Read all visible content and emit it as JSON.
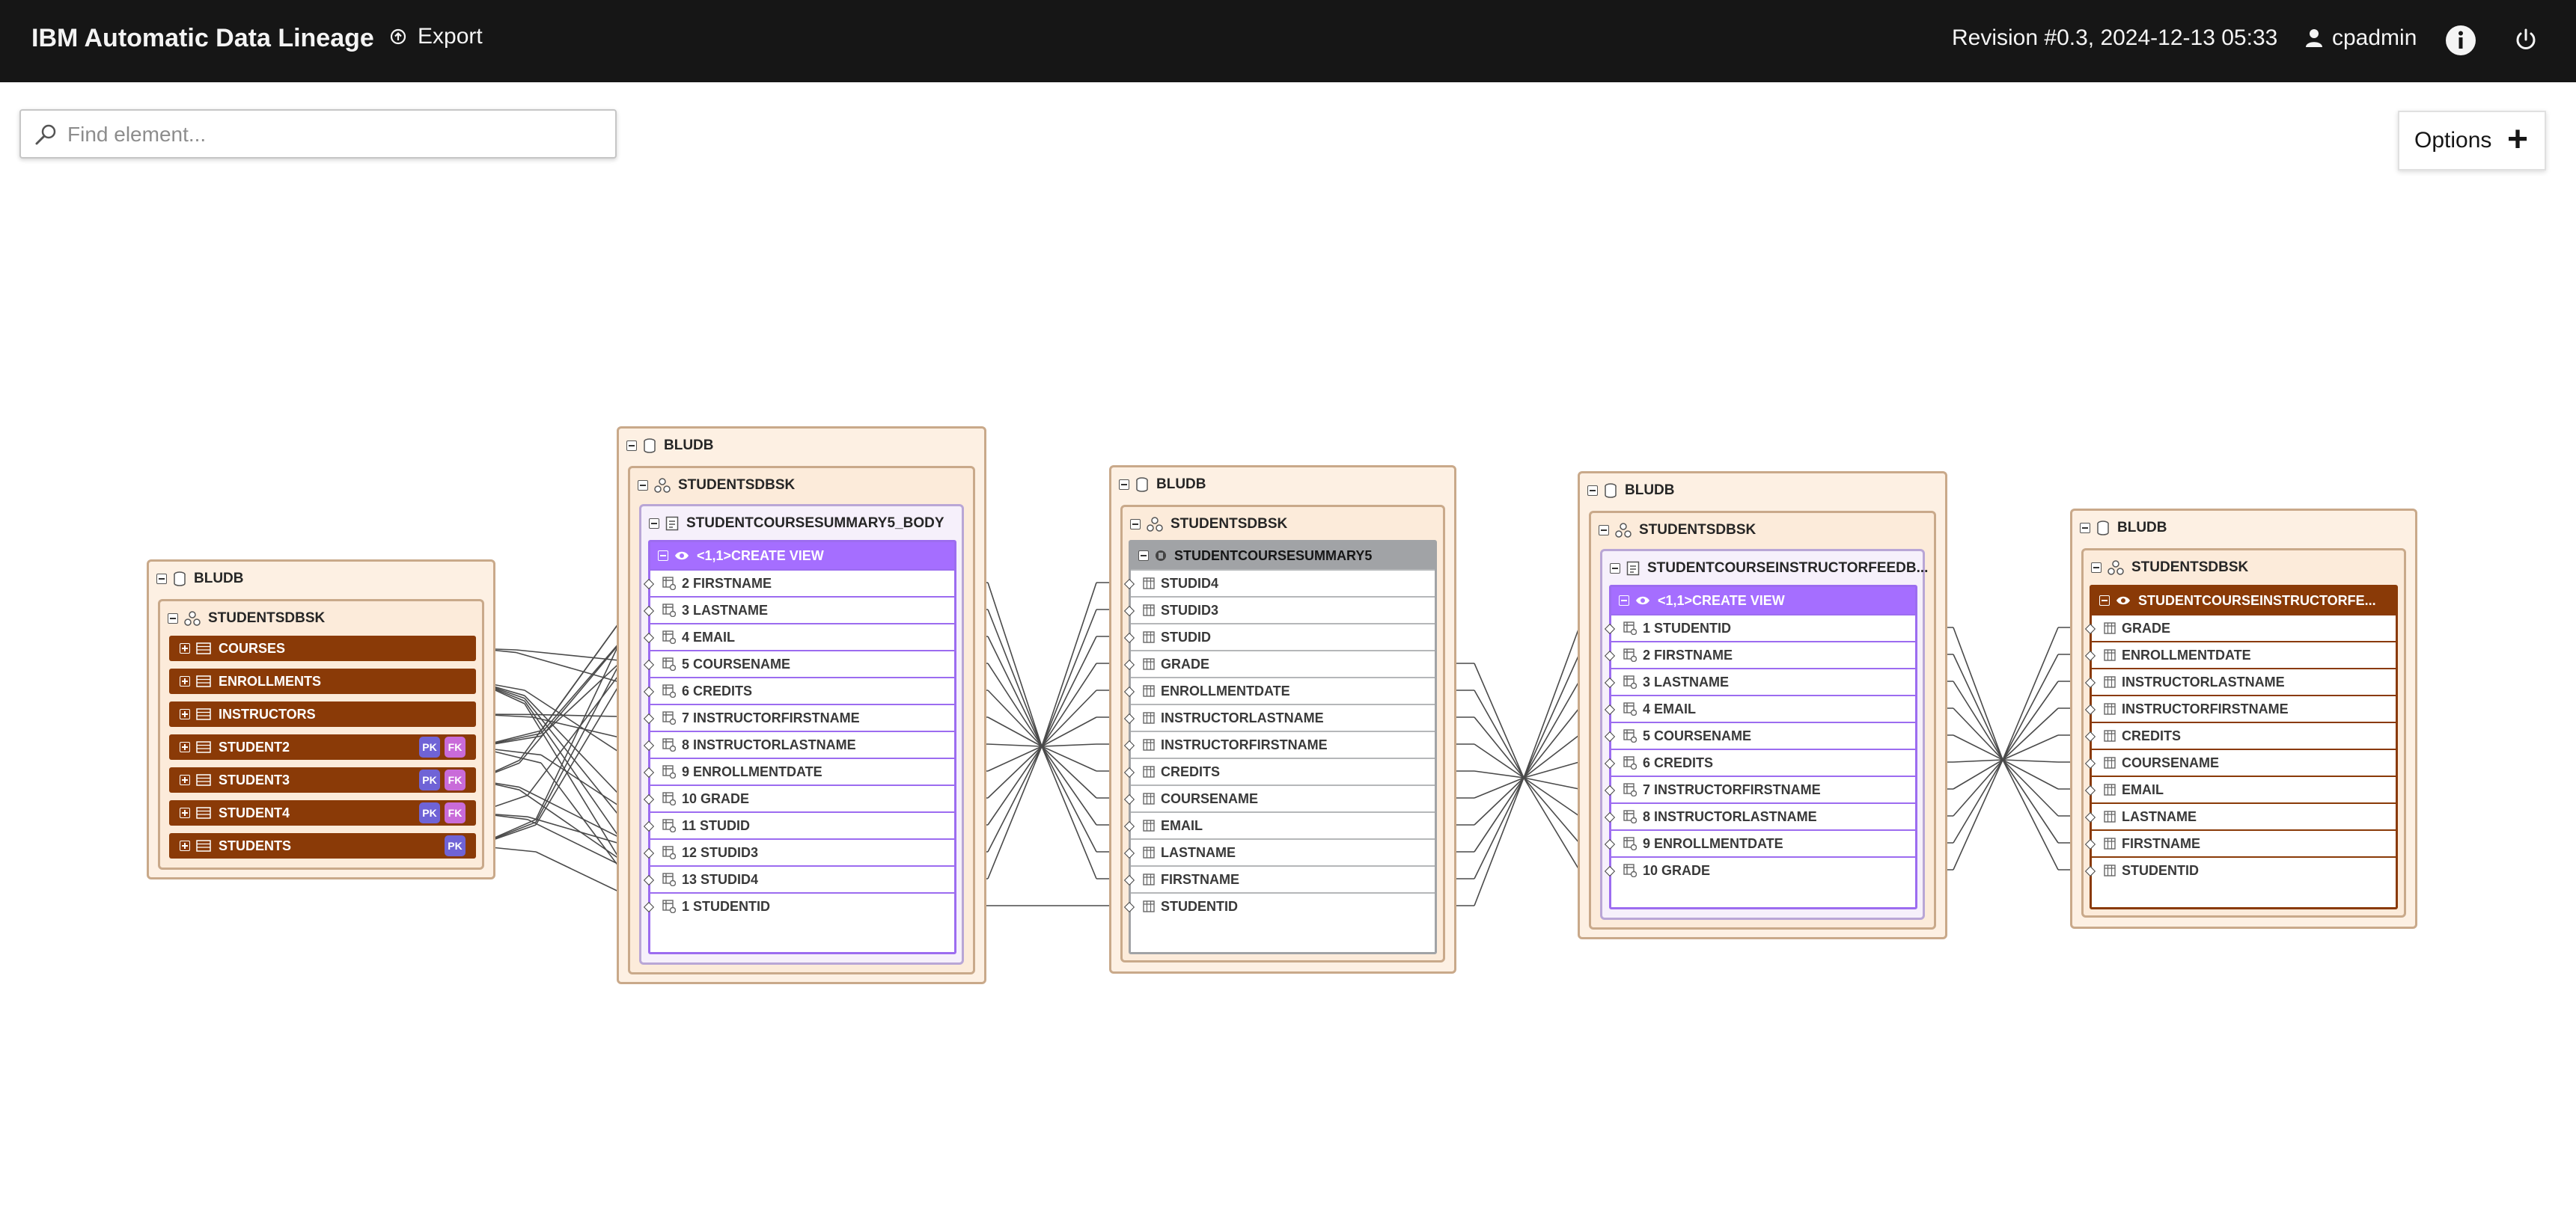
{
  "header": {
    "title": "IBM Automatic Data Lineage",
    "export_label": "Export",
    "revision": "Revision #0.3, 2024-12-13 05:33",
    "user": "cpadmin"
  },
  "search": {
    "placeholder": "Find element...",
    "value": ""
  },
  "options": {
    "label": "Options"
  },
  "colors": {
    "topbar": "#161616",
    "table_brown": "#8a3a07",
    "view_purple": "#a56eff",
    "group_bg": "#fdf0e3",
    "pk_badge": "#6f63d6",
    "fk_badge": "#c96bd9"
  },
  "diagram": {
    "source": {
      "db": "BLUDB",
      "schema": "STUDENTSDBSK",
      "tables": [
        {
          "name": "COURSES",
          "badges": []
        },
        {
          "name": "ENROLLMENTS",
          "badges": []
        },
        {
          "name": "INSTRUCTORS",
          "badges": []
        },
        {
          "name": "STUDENT2",
          "badges": [
            "PK",
            "FK"
          ]
        },
        {
          "name": "STUDENT3",
          "badges": [
            "PK",
            "FK"
          ]
        },
        {
          "name": "STUDENT4",
          "badges": [
            "PK",
            "FK"
          ]
        },
        {
          "name": "STUDENTS",
          "badges": [
            "PK"
          ]
        }
      ]
    },
    "view1": {
      "db": "BLUDB",
      "schema": "STUDENTSDBSK",
      "script": "STUDENTCOURSESUMMARY5_BODY",
      "statement": "<1,1>CREATE VIEW",
      "columns": [
        "2 FIRSTNAME",
        "3 LASTNAME",
        "4 EMAIL",
        "5 COURSENAME",
        "6 CREDITS",
        "7 INSTRUCTORFIRSTNAME",
        "8 INSTRUCTORLASTNAME",
        "9 ENROLLMENTDATE",
        "10 GRADE",
        "11 STUDID",
        "12 STUDID3",
        "13 STUDID4",
        "1 STUDENTID"
      ]
    },
    "table2": {
      "db": "BLUDB",
      "schema": "STUDENTSDBSK",
      "name": "STUDENTCOURSESUMMARY5",
      "columns": [
        "STUDID4",
        "STUDID3",
        "STUDID",
        "GRADE",
        "ENROLLMENTDATE",
        "INSTRUCTORLASTNAME",
        "INSTRUCTORFIRSTNAME",
        "CREDITS",
        "COURSENAME",
        "EMAIL",
        "LASTNAME",
        "FIRSTNAME",
        "STUDENTID"
      ]
    },
    "view3": {
      "db": "BLUDB",
      "schema": "STUDENTSDBSK",
      "script": "STUDENTCOURSEINSTRUCTORFEEDB...",
      "statement": "<1,1>CREATE VIEW",
      "columns": [
        "1 STUDENTID",
        "2 FIRSTNAME",
        "3 LASTNAME",
        "4 EMAIL",
        "5 COURSENAME",
        "6 CREDITS",
        "7 INSTRUCTORFIRSTNAME",
        "8 INSTRUCTORLASTNAME",
        "9 ENROLLMENTDATE",
        "10 GRADE"
      ]
    },
    "table4": {
      "db": "BLUDB",
      "schema": "STUDENTSDBSK",
      "name": "STUDENTCOURSEINSTRUCTORFE...",
      "columns": [
        "GRADE",
        "ENROLLMENTDATE",
        "INSTRUCTORLASTNAME",
        "INSTRUCTORFIRSTNAME",
        "CREDITS",
        "COURSENAME",
        "EMAIL",
        "LASTNAME",
        "FIRSTNAME",
        "STUDENTID"
      ]
    }
  }
}
